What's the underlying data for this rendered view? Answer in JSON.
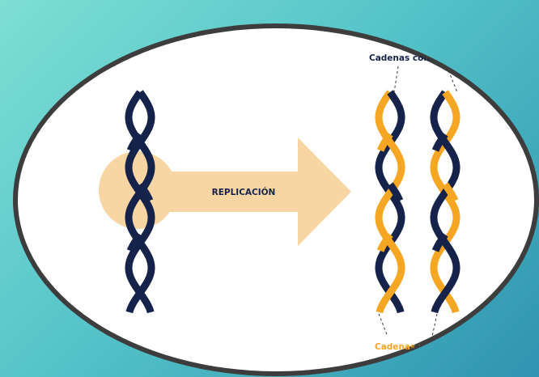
{
  "diagram": {
    "arrow_label": "REPLICACIÓN",
    "label_top": "Cadenas conservadas",
    "label_bottom": "Cadenas nuevas",
    "colors": {
      "old_strand": "#15224a",
      "new_strand": "#f5a623",
      "arrow": "#f8d6a3",
      "frame": "#3d3d3d",
      "background": "#ffffff"
    }
  }
}
